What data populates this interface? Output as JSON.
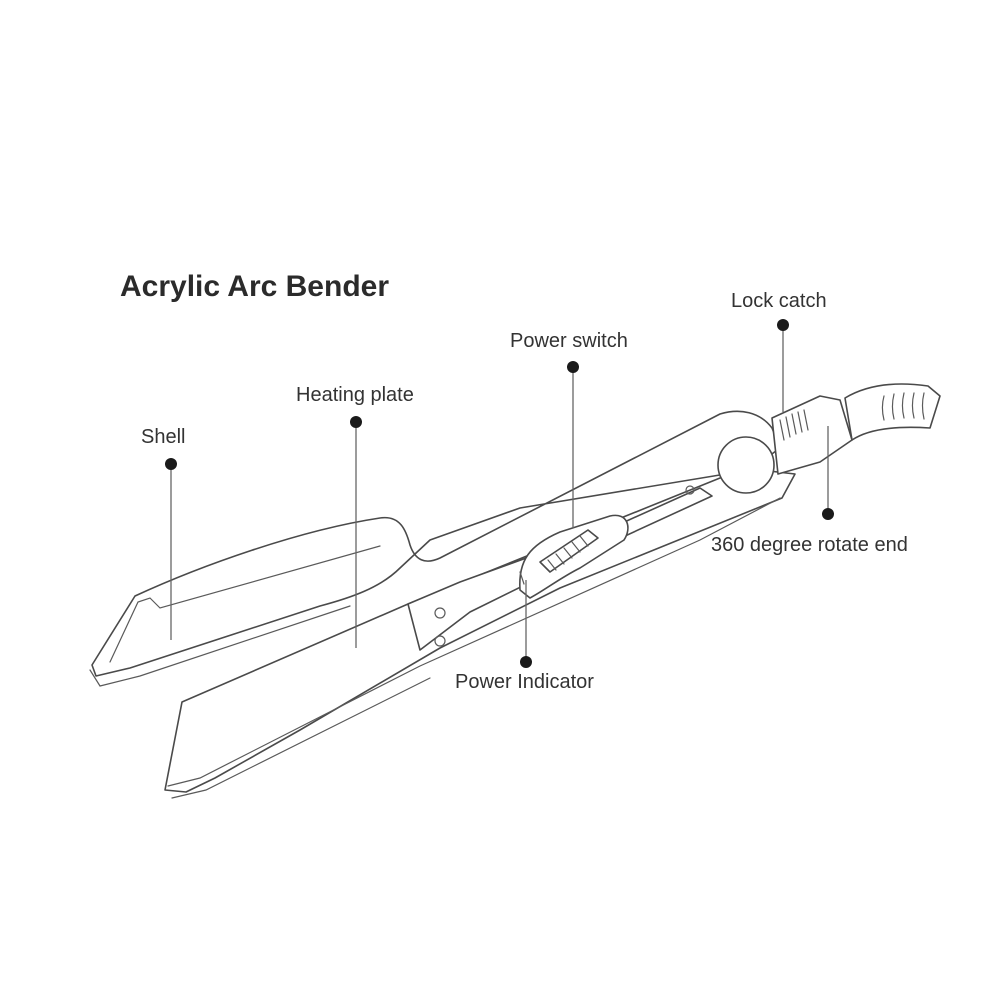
{
  "title": "Acrylic Arc Bender",
  "labels": {
    "shell": "Shell",
    "heating_plate": "Heating plate",
    "power_switch": "Power switch",
    "lock_catch": "Lock catch",
    "rotate_end": "360 degree rotate end",
    "power_indicator": "Power Indicator"
  }
}
